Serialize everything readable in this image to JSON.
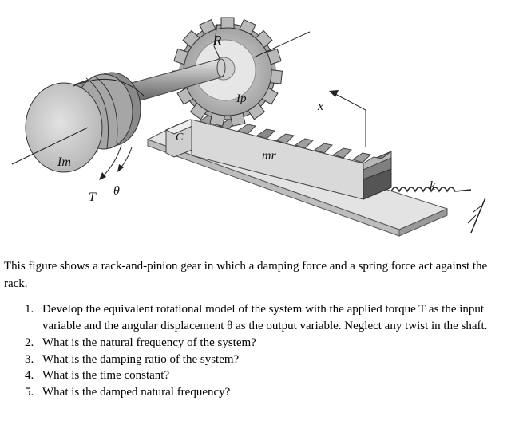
{
  "figure": {
    "labels": {
      "R": "R",
      "Ip": "Ip",
      "C": "C",
      "mr": "mr",
      "x": "x",
      "k": "k",
      "Im": "Im",
      "T": "T",
      "theta": "θ"
    }
  },
  "intro": "This figure shows a rack-and-pinion gear in which a damping force and a spring force act against the rack.",
  "questions": [
    {
      "num": "1.",
      "text": "Develop the equivalent rotational model of the system with the applied torque T  as the input variable and the angular displacement θ  as the output variable. Neglect any twist in the shaft."
    },
    {
      "num": "2.",
      "text": "What is the natural frequency of the system?"
    },
    {
      "num": "3.",
      "text": "What is the damping ratio of the system?"
    },
    {
      "num": "4.",
      "text": "What is the time constant?"
    },
    {
      "num": "5.",
      "text": "What is the damped natural frequency?"
    }
  ]
}
